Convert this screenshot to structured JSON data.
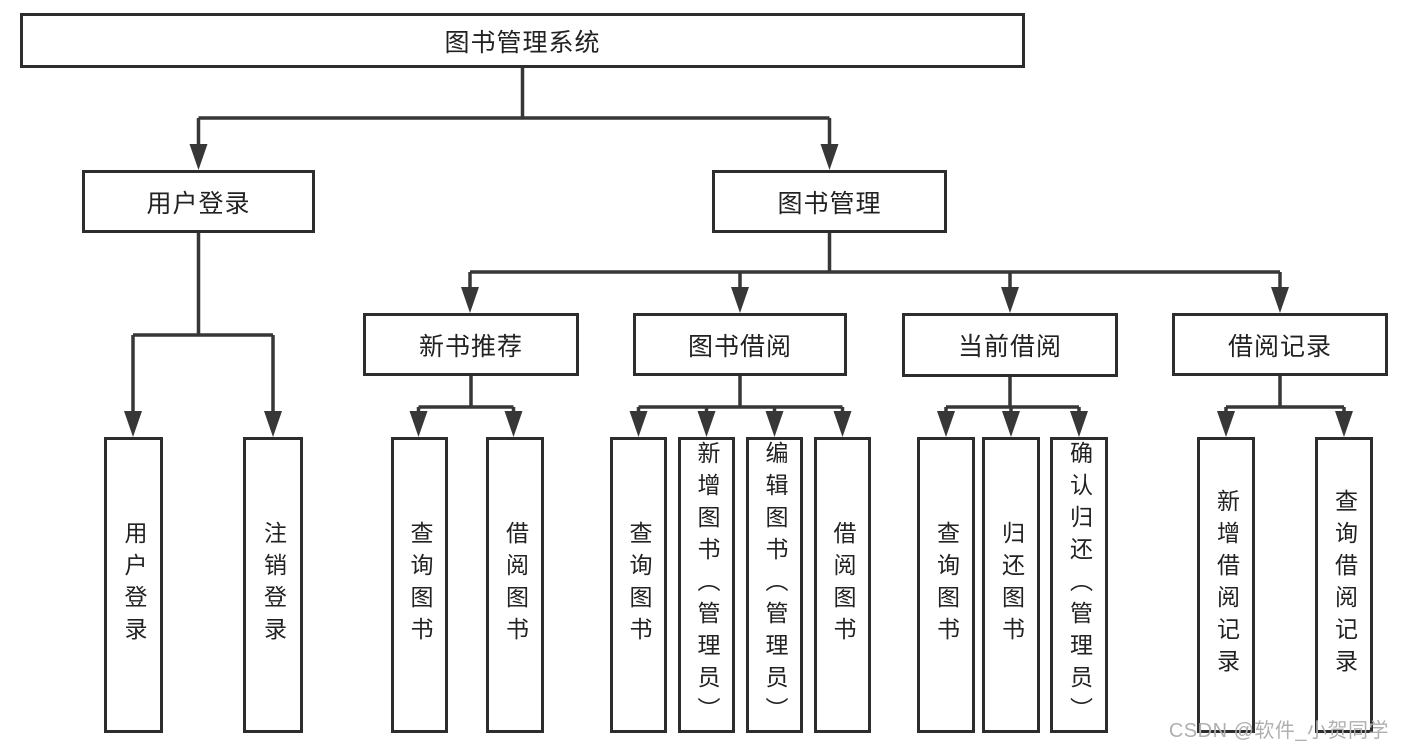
{
  "tree": {
    "root": {
      "label": "图书管理系统"
    },
    "children": [
      {
        "label": "用户登录",
        "children": [
          {
            "label": "用户登录"
          },
          {
            "label": "注销登录"
          }
        ]
      },
      {
        "label": "图书管理",
        "children": [
          {
            "label": "新书推荐",
            "children": [
              {
                "label": "查询图书"
              },
              {
                "label": "借阅图书"
              }
            ]
          },
          {
            "label": "图书借阅",
            "children": [
              {
                "label": "查询图书"
              },
              {
                "label": "新增图书（管理员）"
              },
              {
                "label": "编辑图书（管理员）"
              },
              {
                "label": "借阅图书"
              }
            ]
          },
          {
            "label": "当前借阅",
            "children": [
              {
                "label": "查询图书"
              },
              {
                "label": "归还图书"
              },
              {
                "label": "确认归还（管理员）"
              }
            ]
          },
          {
            "label": "借阅记录",
            "children": [
              {
                "label": "新增借阅记录"
              },
              {
                "label": "查询借阅记录"
              }
            ]
          }
        ]
      }
    ]
  },
  "watermark": {
    "text": "CSDN @软件_小贺同学"
  },
  "colors": {
    "line": "#373737",
    "box_border": "#2d2d2d",
    "text": "#222222",
    "watermark": "#b0b0b0",
    "background": "#ffffff"
  }
}
